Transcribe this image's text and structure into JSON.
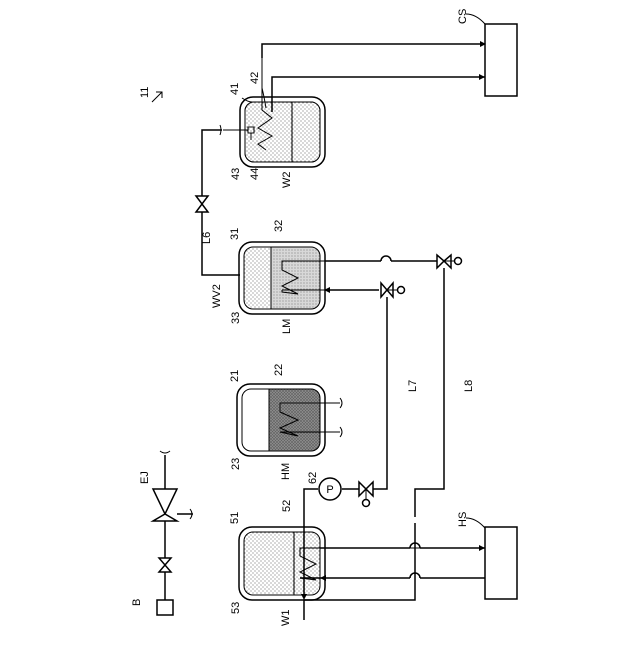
{
  "figure": {
    "system_ref": "11",
    "vessels": {
      "v41": {
        "ref": "41",
        "heater_ref": "42",
        "liquid_ref": "43",
        "sensor_ref": "44",
        "content_ref": "W2"
      },
      "v31": {
        "ref": "31",
        "coil_ref": "32",
        "liquid_ref": "33",
        "vapor_ref": "WV2",
        "medium_ref": "LM"
      },
      "v21": {
        "ref": "21",
        "coil_ref": "22",
        "liquid_ref": "23",
        "medium_ref": "HM"
      },
      "v51": {
        "ref": "51",
        "coil_ref": "52",
        "liquid_ref": "53",
        "content_ref": "W1"
      }
    },
    "lines": {
      "l6": "L6",
      "l7": "L7",
      "l8": "L8"
    },
    "pump": {
      "ref": "62",
      "symbol": "P"
    },
    "ejector": "EJ",
    "source": "B",
    "cold_source": "CS",
    "heat_source": "HS"
  }
}
